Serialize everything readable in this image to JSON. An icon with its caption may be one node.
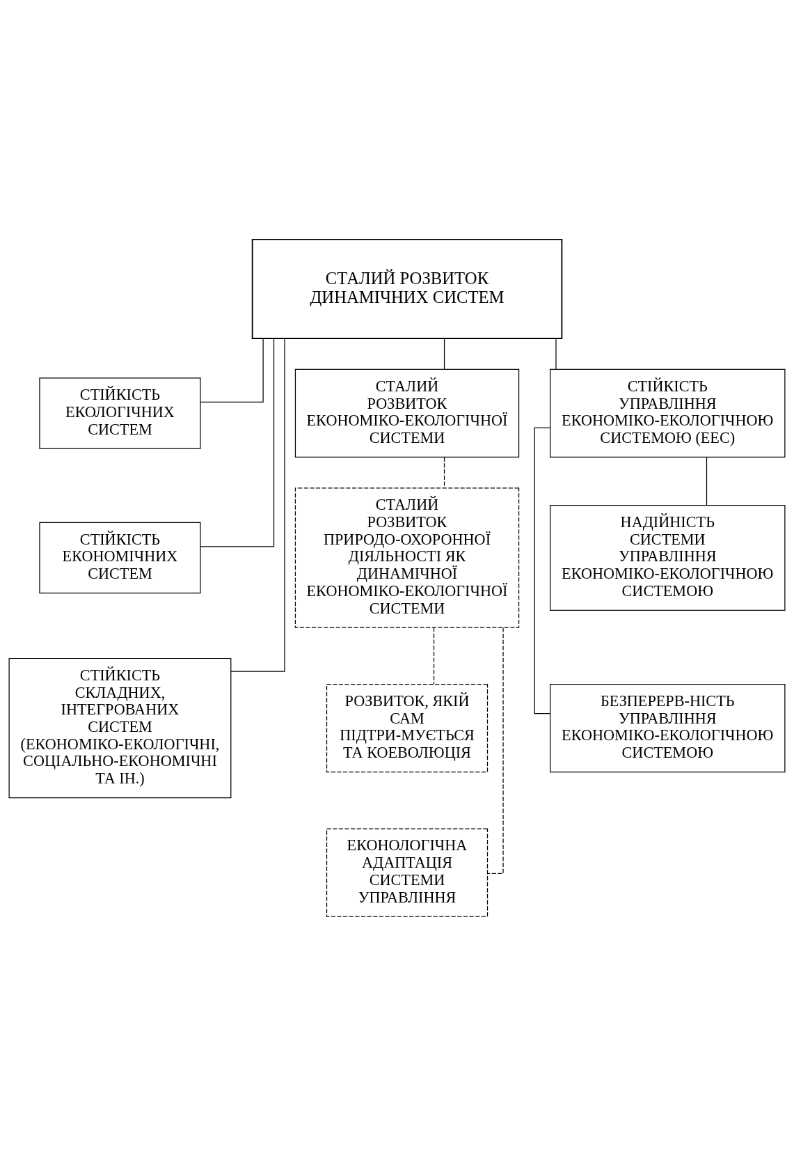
{
  "diagram": {
    "nodes": [
      {
        "text": [
          "СТАЛИЙ РОЗВИТОК ДИНАМІЧНИХ СИСТЕМ"
        ]
      },
      {
        "text": [
          "СТІЙКІСТЬ ЕКОЛОГІЧНИХ СИСТЕМ"
        ]
      },
      {
        "text": [
          "СТАЛИЙ РОЗВИТОК ЕКОНОМІКО-ЕКОЛОГІЧНОЇ СИСТЕМИ"
        ]
      },
      {
        "text": [
          "СТІЙКІСТЬ УПРАВЛІННЯ ЕКОНОМІКО-ЕКОЛОГІЧНОЮ СИСТЕМОЮ (ЕЕС)"
        ]
      },
      {
        "text": [
          "СТІЙКІСТЬ ЕКОНОМІЧНИХ СИСТЕМ"
        ]
      },
      {
        "text": [
          "СТАЛИЙ РОЗВИТОК ПРИРОДО-ОХОРОННОЇ ДІЯЛЬНОСТІ ЯК ДИНАМІЧНОЇ ЕКОНОМІКО-ЕКОЛОГІЧНОЇ СИСТЕМИ"
        ]
      },
      {
        "text": [
          "НАДІЙНІСТЬ СИСТЕМИ УПРАВЛІННЯ ЕКОНОМІКО-ЕКОЛОГІЧНОЮ СИСТЕМОЮ"
        ]
      },
      {
        "text": [
          "СТІЙКІСТЬ СКЛАДНИХ, ІНТЕГРОВАНИХ СИСТЕМ (ЕКОНОМІКО-ЕКОЛОГІЧНІ, СОЦІАЛЬНО-ЕКОНОМІЧНІ ТА ІН.)"
        ]
      },
      {
        "text": [
          "РОЗВИТОК, ЯКІЙ САМ ПІДТРИ-МУЄТЬСЯ ТА КОЕВОЛЮЦІЯ"
        ]
      },
      {
        "text": [
          "БЕЗПЕРЕРВ-НІСТЬ УПРАВЛІННЯ ЕКОНОМІКО-ЕКОЛОГІЧНОЮ СИСТЕМОЮ"
        ]
      },
      {
        "text": [
          "ЕКОНОЛОГІЧНА АДАПТАЦІЯ СИСТЕМИ УПРАВЛІННЯ"
        ]
      }
    ],
    "edges": [
      {
        "from": 0,
        "to": 1,
        "arrow": "none"
      },
      {
        "from": 0,
        "to": 4,
        "arrow": "none"
      },
      {
        "from": 0,
        "to": 7,
        "arrow": "none"
      },
      {
        "from": 0,
        "to": 2,
        "arrow": "none"
      },
      {
        "from": 0,
        "to": 3,
        "arrow": "none"
      },
      {
        "from": 3,
        "to": 6,
        "arrow": "none"
      },
      {
        "from": 3,
        "to": 9,
        "arrow": "none"
      },
      {
        "from": 2,
        "to": 5,
        "arrow": "none",
        "style": "dashed"
      },
      {
        "from": 5,
        "to": 8,
        "arrow": "none",
        "style": "dashed"
      },
      {
        "from": 5,
        "to": 10,
        "arrow": "none",
        "style": "dashed"
      }
    ]
  }
}
